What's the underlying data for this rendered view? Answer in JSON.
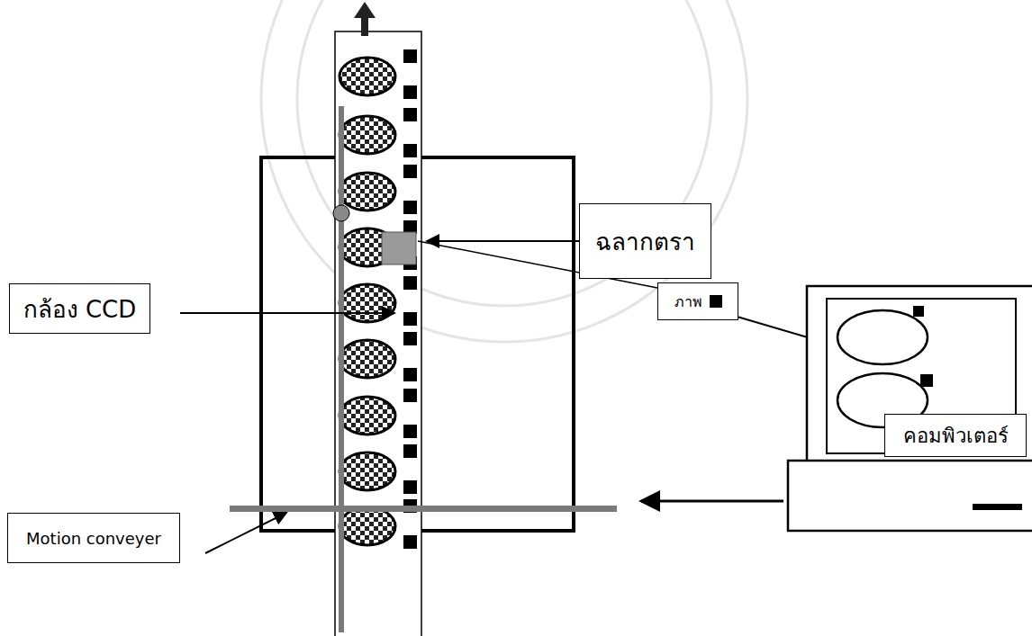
{
  "diagram": {
    "nodes": [
      {
        "text": [
          "ฉลากตรา"
        ]
      },
      {
        "text": [
          "กล้อง CCD"
        ]
      },
      {
        "text": [
          "ภาพ"
        ]
      },
      {
        "text": [
          "คอมพิวเตอร์"
        ]
      },
      {
        "text": [
          "Motion conveyer"
        ]
      }
    ]
  }
}
